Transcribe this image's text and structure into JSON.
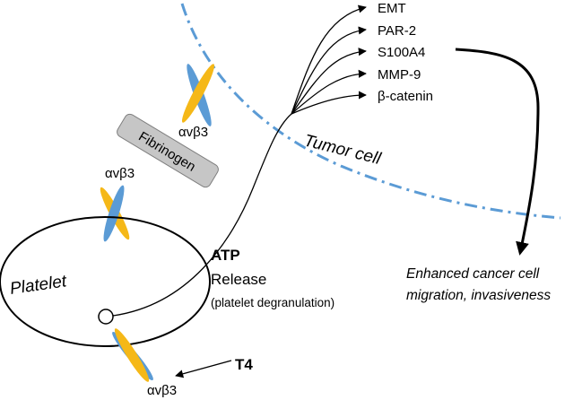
{
  "integrins": {
    "upper_label": "αvβ3",
    "middle_label": "αvβ3",
    "bottom_label": "αvβ3",
    "alpha_color": "#f5b818",
    "beta_color": "#5b9bd5"
  },
  "fibrinogen": {
    "label": "Fibrinogen"
  },
  "platelet": {
    "label": "Platelet"
  },
  "atp": {
    "title": "ATP",
    "release": "Release",
    "note": "(platelet degranulation)"
  },
  "t4": {
    "label": "T4"
  },
  "tumor": {
    "label": "Tumor cell",
    "membrane_color": "#5b9bd5"
  },
  "targets": [
    "EMT",
    "PAR-2",
    "S100A4",
    "MMP-9",
    "β-catenin"
  ],
  "outcome": {
    "line1": "Enhanced cancer cell",
    "line2": "migration, invasiveness"
  }
}
